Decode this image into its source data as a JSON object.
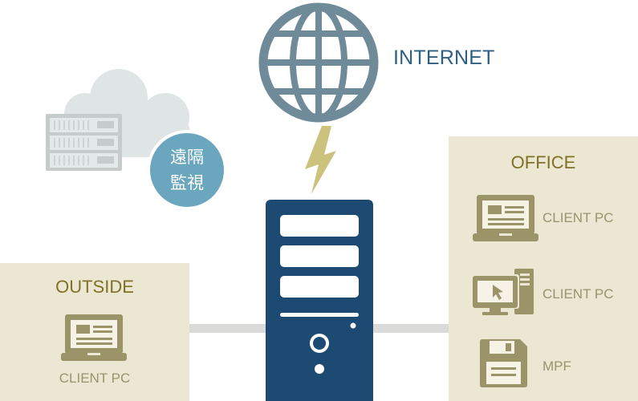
{
  "internet": {
    "label": "INTERNET",
    "icon": "globe-icon"
  },
  "remote_monitoring": {
    "lines": [
      "遠隔",
      "監視"
    ],
    "icons": [
      "cloud-icon",
      "server-rack-icon"
    ]
  },
  "server": {
    "icon": "server-tower-icon"
  },
  "outside": {
    "title": "OUTSIDE",
    "devices": [
      {
        "icon": "laptop-icon",
        "label": "CLIENT PC"
      }
    ]
  },
  "office": {
    "title": "OFFICE",
    "devices": [
      {
        "icon": "laptop-icon",
        "label": "CLIENT PC"
      },
      {
        "icon": "desktop-icon",
        "label": "CLIENT PC"
      },
      {
        "icon": "floppy-disk-icon",
        "label": "MPF"
      }
    ]
  },
  "colors": {
    "globe": "#6f8b99",
    "internet_text": "#2e5f82",
    "lightning": "#cbc27c",
    "cloud": "#dfe5e4",
    "monitor_badge": "#6aa6bd",
    "server": "#1c4a72",
    "zone_background": "#ece7d2",
    "zone_title": "#7d7226",
    "device_icon": "#9b9468",
    "connector": "#dadbd9"
  }
}
